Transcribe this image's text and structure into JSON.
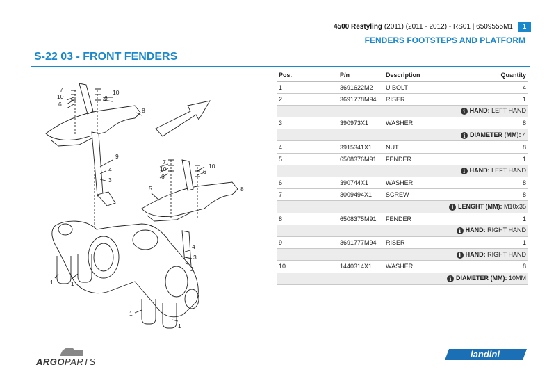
{
  "header": {
    "model": "4500 Restyling",
    "years": "(2011) (2011 - 2012)",
    "code": "- RS01",
    "sep": "|",
    "part_ref": "6509555M1",
    "page": "1",
    "group_title": "FENDERS FOOTSTEPS AND PLATFORM",
    "brand_color": "#1a88cc"
  },
  "section": {
    "title": "S-22 03 -  FRONT FENDERS"
  },
  "diagram": {
    "callouts": [
      "7",
      "10",
      "6",
      "6",
      "10",
      "8",
      "9",
      "4",
      "3",
      "7",
      "10",
      "6",
      "6",
      "10",
      "5",
      "8",
      "4",
      "3",
      "2",
      "1",
      "1",
      "1",
      "1"
    ]
  },
  "table": {
    "headers": {
      "pos": "Pos.",
      "pn": "P/n",
      "desc": "Description",
      "qty": "Quantity"
    },
    "rows": [
      {
        "pos": "1",
        "pn": "3691622M2",
        "desc": "U BOLT",
        "qty": "4"
      },
      {
        "pos": "2",
        "pn": "3691778M94",
        "desc": "RISER",
        "qty": "1"
      },
      {
        "note_label": "HAND:",
        "note_value": "LEFT HAND"
      },
      {
        "pos": "3",
        "pn": "390973X1",
        "desc": "WASHER",
        "qty": "8"
      },
      {
        "note_label": "DIAMETER (MM):",
        "note_value": "4"
      },
      {
        "pos": "4",
        "pn": "3915341X1",
        "desc": "NUT",
        "qty": "8"
      },
      {
        "pos": "5",
        "pn": "6508376M91",
        "desc": "FENDER",
        "qty": "1"
      },
      {
        "note_label": "HAND:",
        "note_value": "LEFT HAND"
      },
      {
        "pos": "6",
        "pn": "390744X1",
        "desc": "WASHER",
        "qty": "8"
      },
      {
        "pos": "7",
        "pn": "3009494X1",
        "desc": "SCREW",
        "qty": "8"
      },
      {
        "note_label": "LENGHT (MM):",
        "note_value": "M10x35"
      },
      {
        "pos": "8",
        "pn": "6508375M91",
        "desc": "FENDER",
        "qty": "1"
      },
      {
        "note_label": "HAND:",
        "note_value": "RIGHT HAND"
      },
      {
        "pos": "9",
        "pn": "3691777M94",
        "desc": "RISER",
        "qty": "1"
      },
      {
        "note_label": "HAND:",
        "note_value": "RIGHT HAND"
      },
      {
        "pos": "10",
        "pn": "1440314X1",
        "desc": "WASHER",
        "qty": "8"
      },
      {
        "note_label": "DIAMETER (MM):",
        "note_value": "10MM"
      }
    ]
  },
  "footer": {
    "argo_a": "ARGO",
    "argo_b": "PARTS",
    "landini": "landini"
  }
}
